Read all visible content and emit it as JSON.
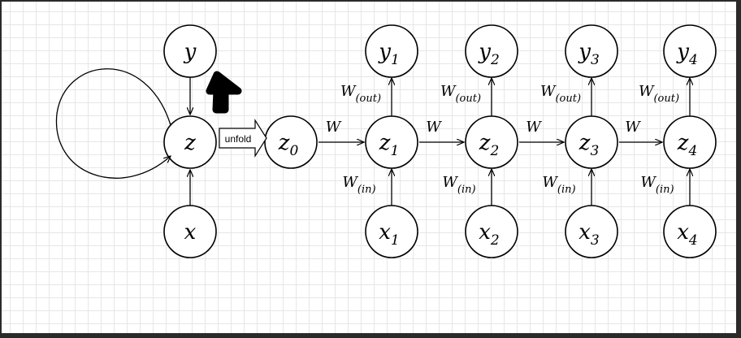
{
  "folded": {
    "nodes": [
      {
        "id": "y",
        "label": "y",
        "sub": ""
      },
      {
        "id": "z",
        "label": "z",
        "sub": ""
      },
      {
        "id": "x",
        "label": "x",
        "sub": ""
      }
    ]
  },
  "unfold_label": "unfold",
  "unrolled": {
    "z0": {
      "label": "z",
      "sub": "0"
    },
    "recurrent_weight": "W",
    "out_weight": {
      "label": "W",
      "sub": "(out)"
    },
    "in_weight": {
      "label": "W",
      "sub": "(in)"
    },
    "steps": [
      {
        "y": {
          "label": "y",
          "sub": "1"
        },
        "z": {
          "label": "z",
          "sub": "1"
        },
        "x": {
          "label": "x",
          "sub": "1"
        }
      },
      {
        "y": {
          "label": "y",
          "sub": "2"
        },
        "z": {
          "label": "z",
          "sub": "2"
        },
        "x": {
          "label": "x",
          "sub": "2"
        }
      },
      {
        "y": {
          "label": "y",
          "sub": "3"
        },
        "z": {
          "label": "z",
          "sub": "3"
        },
        "x": {
          "label": "x",
          "sub": "3"
        }
      },
      {
        "y": {
          "label": "y",
          "sub": "4"
        },
        "z": {
          "label": "z",
          "sub": "4"
        },
        "x": {
          "label": "x",
          "sub": "4"
        }
      }
    ]
  }
}
